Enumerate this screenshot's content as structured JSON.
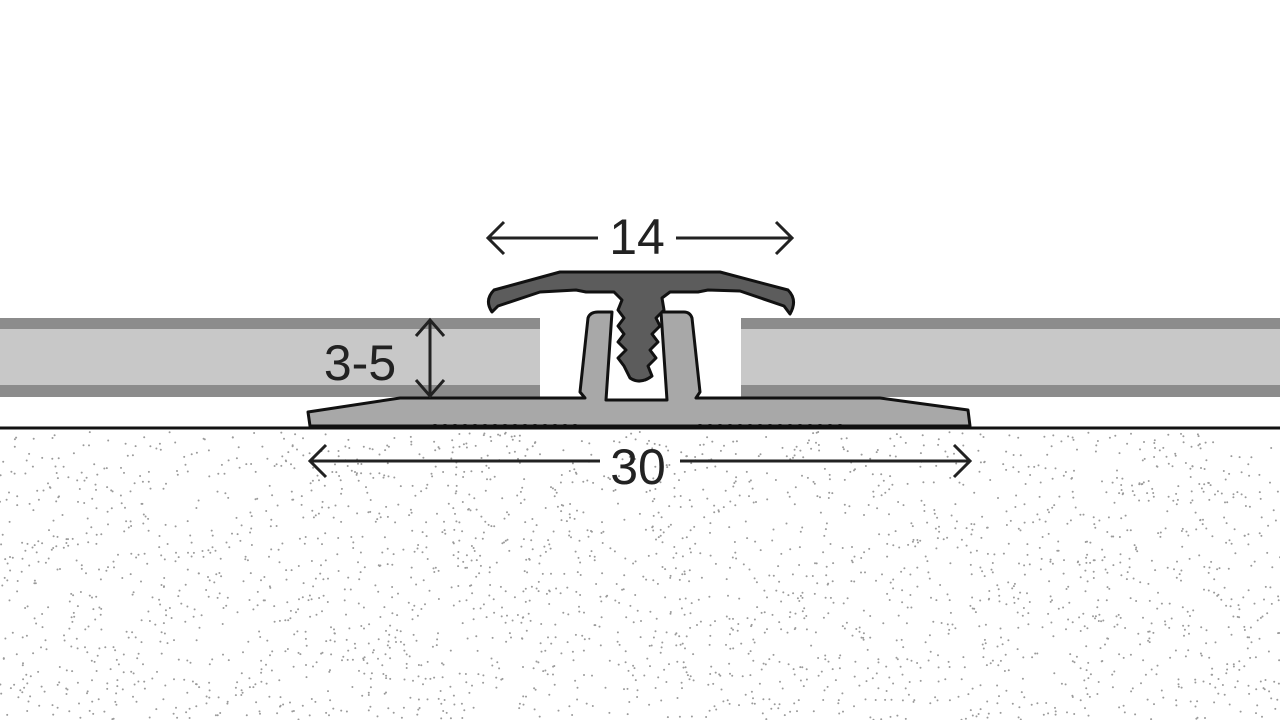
{
  "diagram": {
    "dimensions": {
      "cap_width": "14",
      "height_range": "3-5",
      "base_width": "30"
    },
    "colors": {
      "floor_dark": "#8c8c8c",
      "floor_light": "#c8c8c8",
      "cap": "#5c5c5c",
      "base": "#a8a8a8",
      "outline": "#111111",
      "subfloor_dots": "#9a9a9a"
    }
  }
}
